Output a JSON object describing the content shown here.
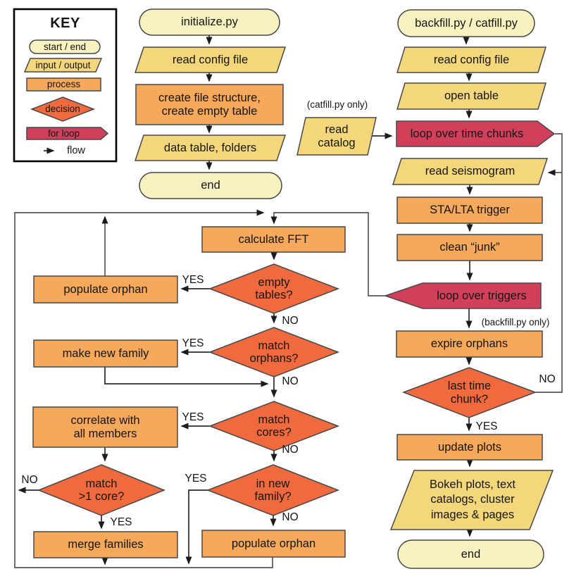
{
  "labels": {
    "yes": "YES",
    "no": "NO"
  },
  "key": {
    "title": "KEY",
    "terminator": "start / end",
    "io": "input / output",
    "process": "process",
    "decision": "decision",
    "for_loop": "for loop",
    "flow": "flow"
  },
  "initialize": {
    "title": "initialize.py",
    "read_config": "read config file",
    "create": "create file structure,\ncreate empty table",
    "output": "data table, folders",
    "end": "end"
  },
  "backfill": {
    "title": "backfill.py / catfill.py",
    "read_config": "read config file",
    "open_table": "open table",
    "catfill_note": "(catfill.py only)",
    "read_catalog": "read\ncatalog",
    "loop_chunks": "loop over time chunks",
    "read_seismogram": "read seismogram",
    "sta_lta": "STA/LTA trigger",
    "clean_junk": "clean “junk”",
    "loop_triggers": "loop over triggers",
    "backfill_note": "(backfill.py only)",
    "expire_orphans": "expire orphans",
    "last_chunk": "last time\nchunk?",
    "update_plots": "update plots",
    "output": "Bokeh plots, text\ncatalogs, cluster\nimages & pages",
    "end": "end"
  },
  "trigger_loop": {
    "calc_fft": "calculate FFT",
    "empty_tables": "empty\ntables?",
    "populate_orphan_a": "populate orphan",
    "match_orphans": "match\norphans?",
    "make_new_family": "make new family",
    "match_cores": "match\ncores?",
    "correlate": "correlate with\nall members",
    "match_gt1": "match\n>1 core?",
    "merge_families": "merge families",
    "in_new_family": "in new\nfamily?",
    "populate_orphan_b": "populate orphan"
  },
  "colors": {
    "terminator_fill": "#F7F2C0",
    "io_fill": "#F5D77B",
    "process_fill": "#F6A85B",
    "decision_fill": "#F06A3E",
    "for_loop_fill": "#D23F5B",
    "shape_outline": "#47484A",
    "connector": "#57585B",
    "arrow": "#1B1B1D"
  }
}
